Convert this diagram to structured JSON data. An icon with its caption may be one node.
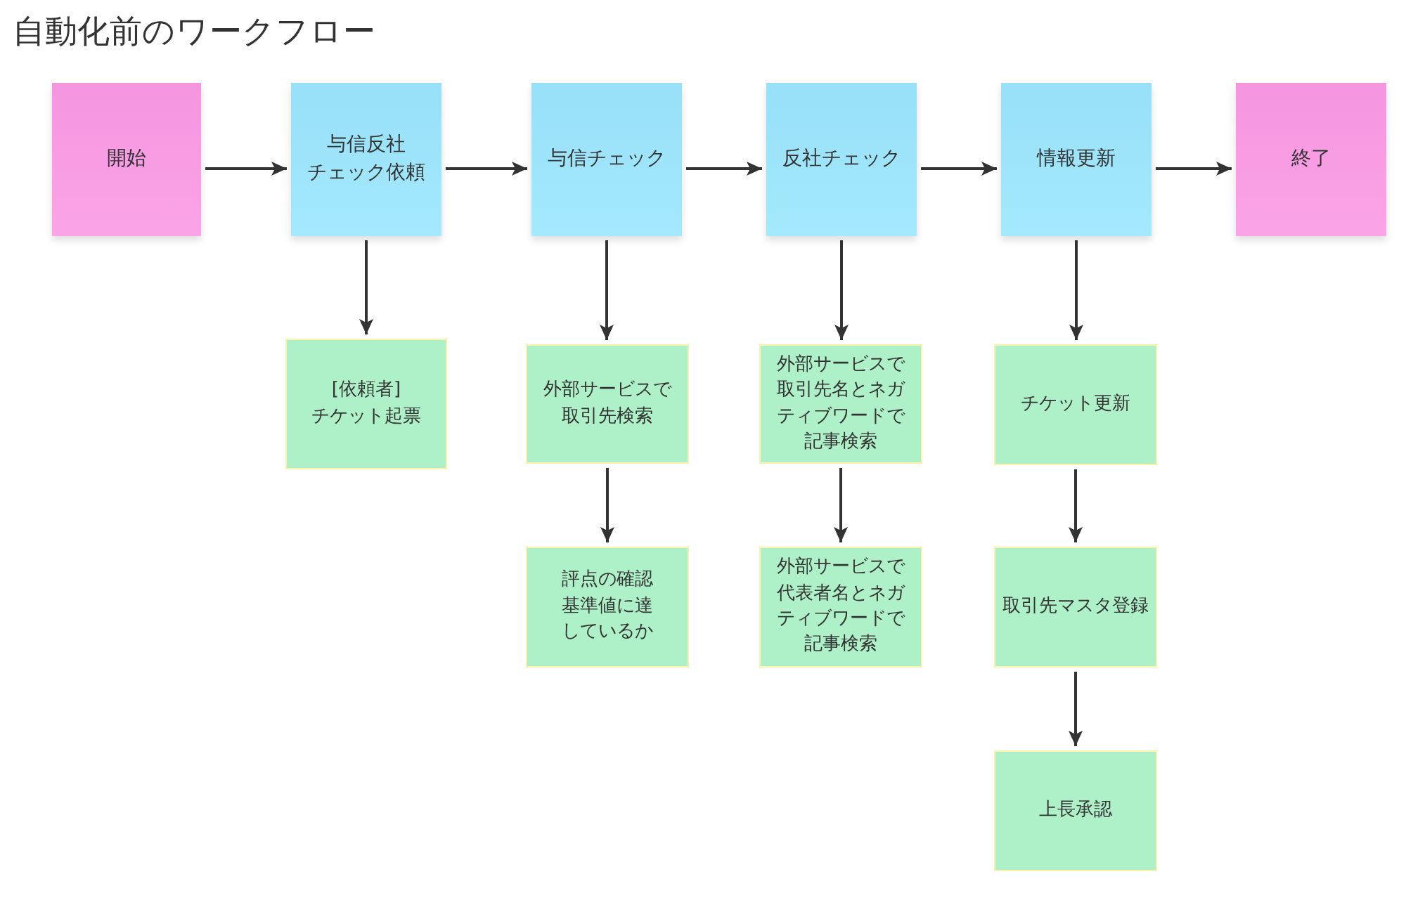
{
  "diagram": {
    "title": "自動化前のワークフロー",
    "nodes": [
      {
        "text": [
          "開始"
        ]
      },
      {
        "text": [
          "与信反社チェック依頼"
        ]
      },
      {
        "text": [
          "与信チェック"
        ]
      },
      {
        "text": [
          "反社チェック"
        ]
      },
      {
        "text": [
          "情報更新"
        ]
      },
      {
        "text": [
          "終了"
        ]
      },
      {
        "text": [
          "[依頼者]チケット起票"
        ]
      },
      {
        "text": [
          "外部サービスで取引先検索"
        ]
      },
      {
        "text": [
          "評点の確認基準値に達しているか"
        ]
      },
      {
        "text": [
          "外部サービスで取引先名とネガティブワードで記事検索"
        ]
      },
      {
        "text": [
          "外部サービスで代表者名とネガティブワードで記事検索"
        ]
      },
      {
        "text": [
          "チケット更新"
        ]
      },
      {
        "text": [
          "取引先マスタ登録"
        ]
      },
      {
        "text": [
          "上長承認"
        ]
      }
    ],
    "edges": [
      {
        "from": 0,
        "to": 1,
        "arrow": "to"
      },
      {
        "from": 1,
        "to": 2,
        "arrow": "to"
      },
      {
        "from": 2,
        "to": 3,
        "arrow": "to"
      },
      {
        "from": 3,
        "to": 4,
        "arrow": "to"
      },
      {
        "from": 4,
        "to": 5,
        "arrow": "to"
      },
      {
        "from": 1,
        "to": 6,
        "arrow": "to"
      },
      {
        "from": 2,
        "to": 7,
        "arrow": "to"
      },
      {
        "from": 7,
        "to": 8,
        "arrow": "to"
      },
      {
        "from": 3,
        "to": 9,
        "arrow": "to"
      },
      {
        "from": 9,
        "to": 10,
        "arrow": "to"
      },
      {
        "from": 4,
        "to": 11,
        "arrow": "to"
      },
      {
        "from": 11,
        "to": 12,
        "arrow": "to"
      },
      {
        "from": 12,
        "to": 13,
        "arrow": "to"
      }
    ]
  }
}
